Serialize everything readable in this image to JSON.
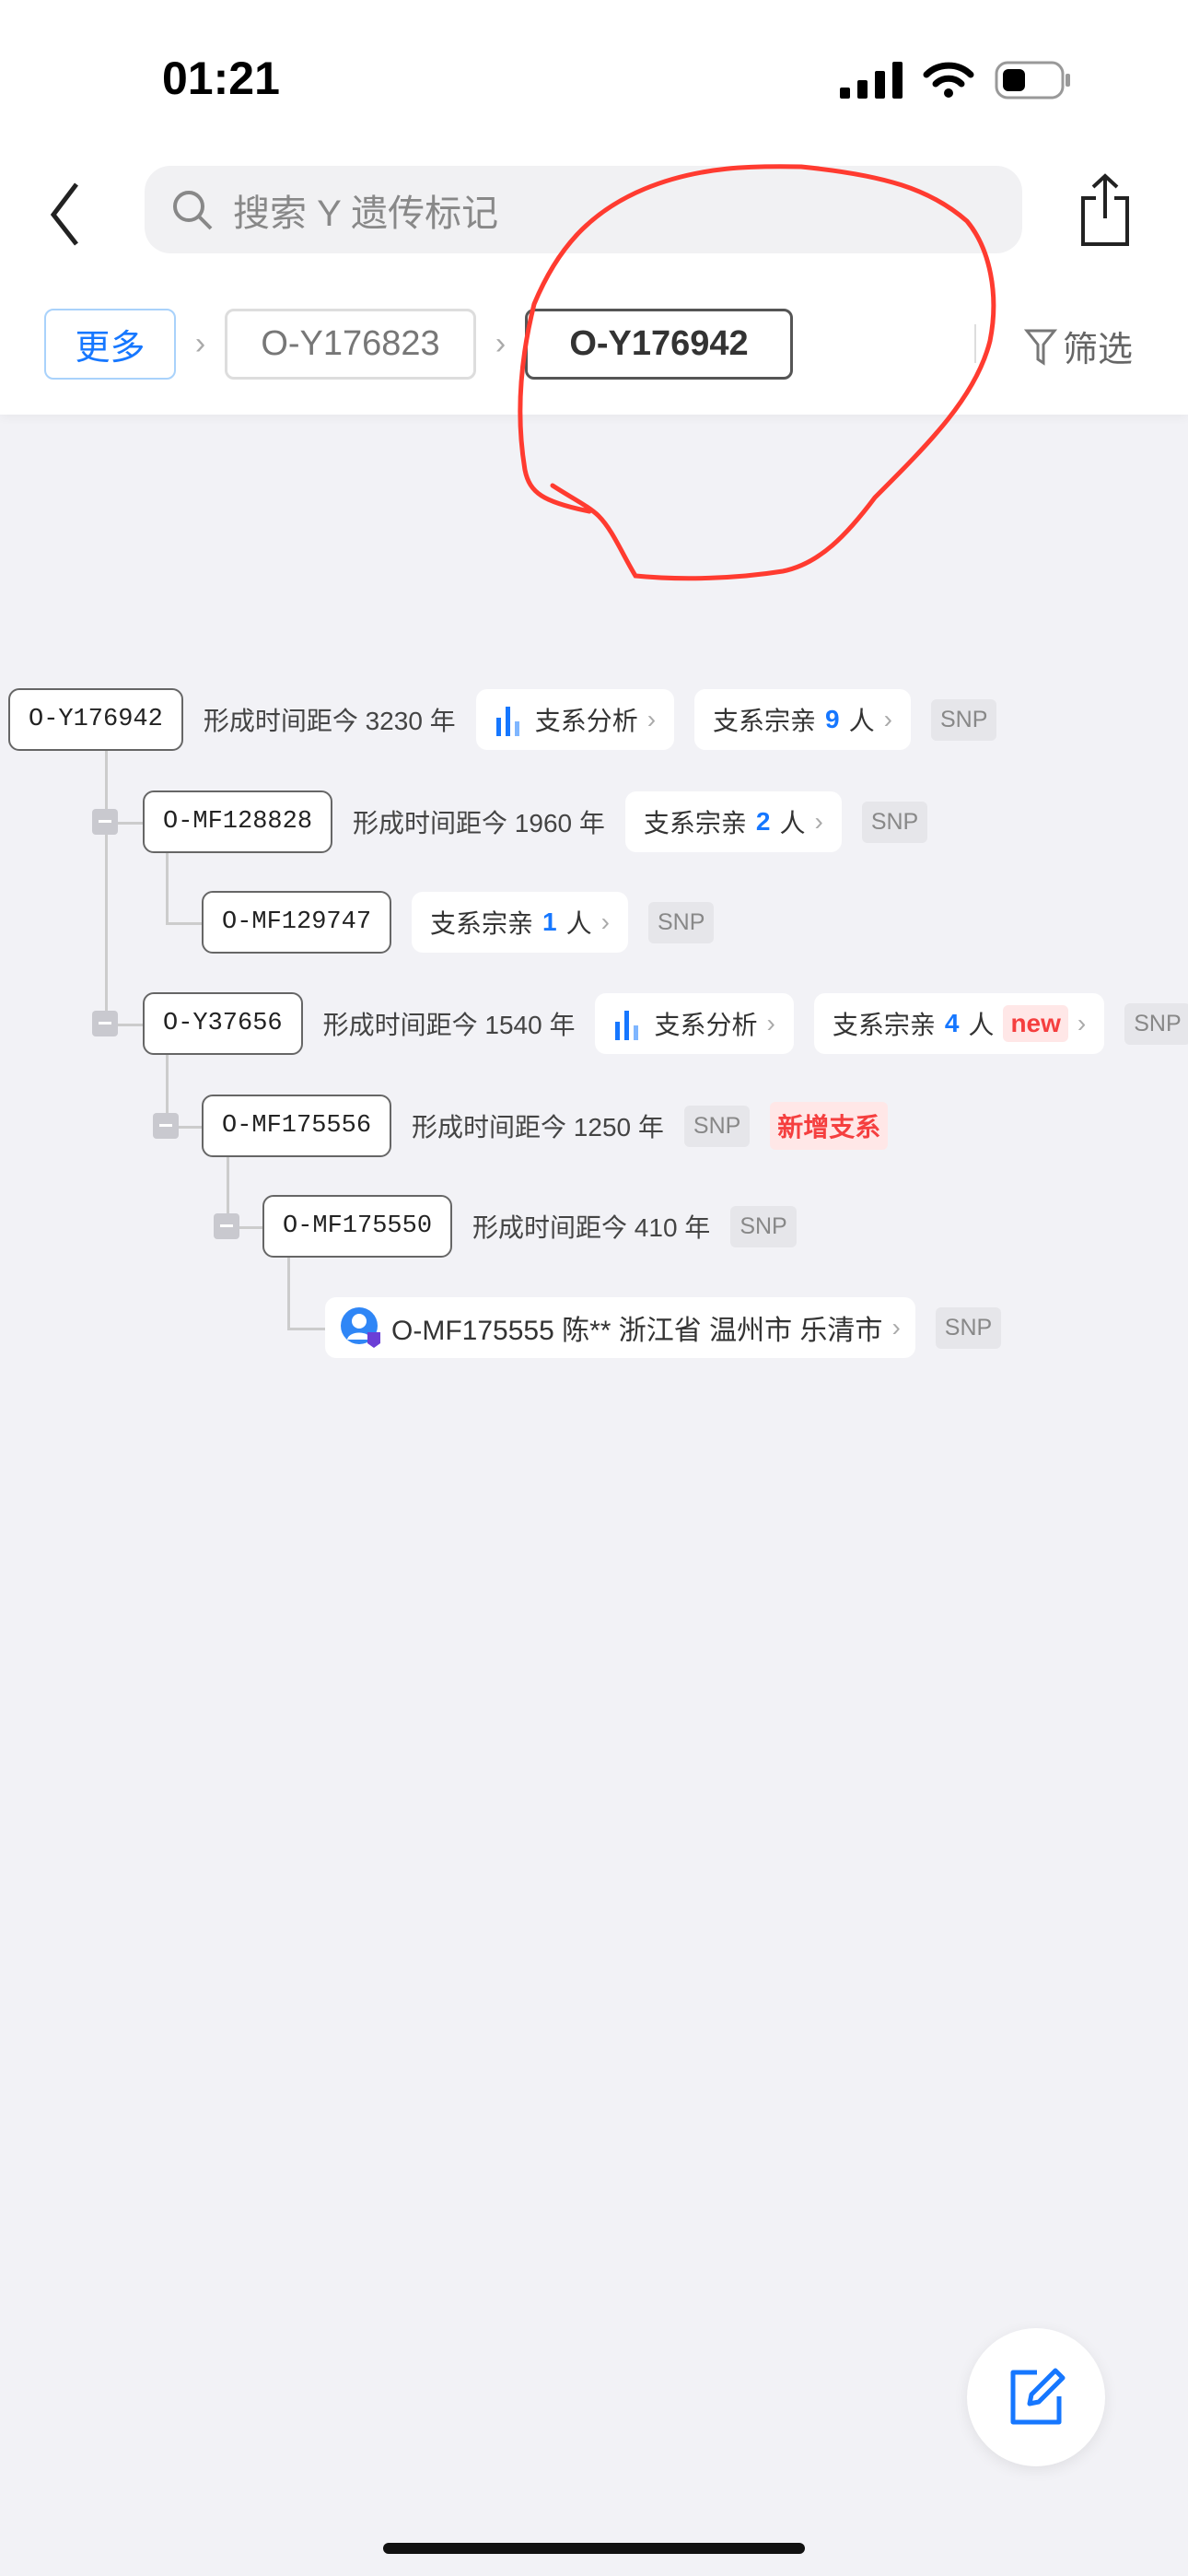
{
  "status_bar": {
    "time": "01:21"
  },
  "header": {
    "search_placeholder": "搜索 Y 遗传标记"
  },
  "breadcrumb": {
    "more": "更多",
    "items": [
      "O-Y176823",
      "O-Y176942"
    ],
    "filter": "筛选"
  },
  "colors": {
    "accent": "#1677ff",
    "new": "#f53f3f",
    "annotation": "#ff3b30"
  },
  "tree": [
    {
      "node": "O-Y176942",
      "time": "形成时间距今 3230 年",
      "analysis": "支系分析",
      "clan_prefix": "支系宗亲",
      "clan_count": "9",
      "clan_suffix": "人",
      "snp": "SNP"
    },
    {
      "node": "O-MF128828",
      "time": "形成时间距今 1960 年",
      "clan_prefix": "支系宗亲",
      "clan_count": "2",
      "clan_suffix": "人",
      "snp": "SNP"
    },
    {
      "node": "O-MF129747",
      "clan_prefix": "支系宗亲",
      "clan_count": "1",
      "clan_suffix": "人",
      "snp": "SNP"
    },
    {
      "node": "O-Y37656",
      "time": "形成时间距今 1540 年",
      "analysis": "支系分析",
      "clan_prefix": "支系宗亲",
      "clan_count": "4",
      "clan_suffix": "人",
      "clan_badge": "new",
      "snp": "SNP"
    },
    {
      "node": "O-MF175556",
      "time": "形成时间距今 1250 年",
      "snp": "SNP",
      "new_branch": "新增支系"
    },
    {
      "node": "O-MF175550",
      "time": "形成时间距今 410 年",
      "snp": "SNP"
    },
    {
      "person": "O-MF175555 陈** 浙江省 温州市 乐清市",
      "snp": "SNP"
    }
  ]
}
